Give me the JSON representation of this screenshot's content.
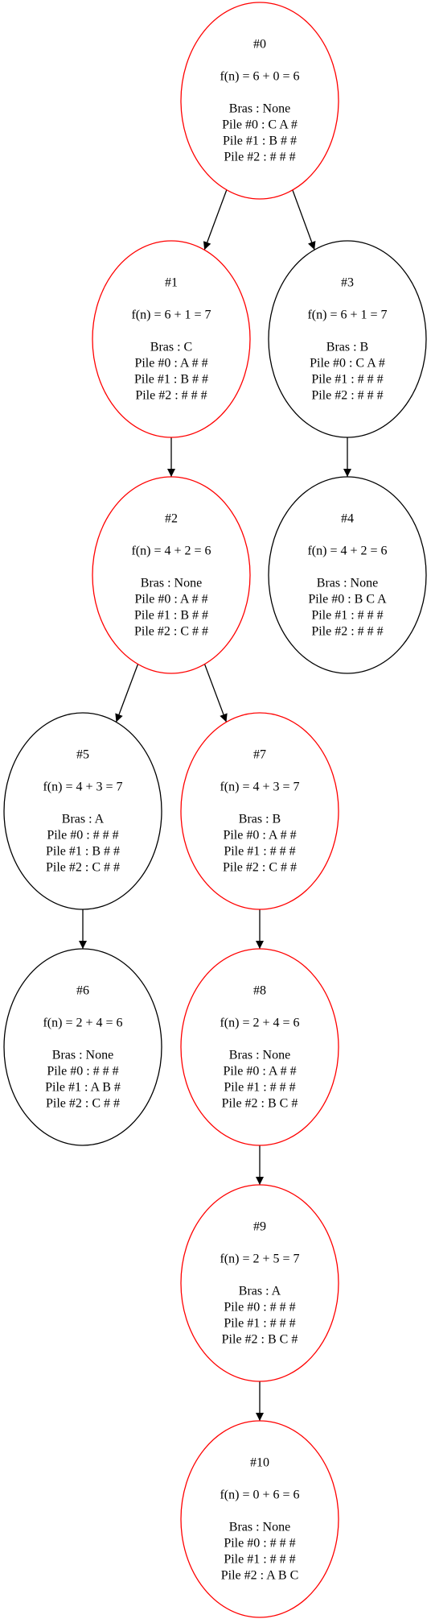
{
  "colors": {
    "highlight": "#ff0000",
    "normal": "#000000",
    "edge": "#000000",
    "background": "#ffffff"
  },
  "nodes": [
    {
      "id": "0",
      "highlighted": true,
      "lines": [
        "#0",
        "",
        "f(n) = 6 + 0 = 6",
        "",
        "Bras : None",
        "Pile #0 : C A #",
        "Pile #1 : B # #",
        "Pile #2 :  # # #"
      ]
    },
    {
      "id": "1",
      "highlighted": true,
      "lines": [
        "#1",
        "",
        "f(n) = 6 + 1 = 7",
        "",
        "Bras : C",
        "Pile #0 : A # #",
        "Pile #1 : B # #",
        "Pile #2 :  # # #"
      ]
    },
    {
      "id": "3",
      "highlighted": false,
      "lines": [
        "#3",
        "",
        "f(n) = 6 + 1 = 7",
        "",
        "Bras : B",
        "Pile #0 : C A #",
        "Pile #1 :  # # #",
        "Pile #2 :  # # #"
      ]
    },
    {
      "id": "2",
      "highlighted": true,
      "lines": [
        "#2",
        "",
        "f(n) = 4 + 2 = 6",
        "",
        "Bras : None",
        "Pile #0 : A # #",
        "Pile #1 : B # #",
        "Pile #2 : C # #"
      ]
    },
    {
      "id": "4",
      "highlighted": false,
      "lines": [
        "#4",
        "",
        "f(n) = 4 + 2 = 6",
        "",
        "Bras : None",
        "Pile #0 : B C A",
        "Pile #1 :  # # #",
        "Pile #2 :  # # #"
      ]
    },
    {
      "id": "5",
      "highlighted": false,
      "lines": [
        "#5",
        "",
        "f(n) = 4 + 3 = 7",
        "",
        "Bras : A",
        "Pile #0 :  # # #",
        "Pile #1 : B # #",
        "Pile #2 : C # #"
      ]
    },
    {
      "id": "7",
      "highlighted": true,
      "lines": [
        "#7",
        "",
        "f(n) = 4 + 3 = 7",
        "",
        "Bras : B",
        "Pile #0 : A # #",
        "Pile #1 :  # # #",
        "Pile #2 : C # #"
      ]
    },
    {
      "id": "6",
      "highlighted": false,
      "lines": [
        "#6",
        "",
        "f(n) = 2 + 4 = 6",
        "",
        "Bras : None",
        "Pile #0 :  # # #",
        "Pile #1 : A B #",
        "Pile #2 : C # #"
      ]
    },
    {
      "id": "8",
      "highlighted": true,
      "lines": [
        "#8",
        "",
        "f(n) = 2 + 4 = 6",
        "",
        "Bras : None",
        "Pile #0 : A # #",
        "Pile #1 :  # # #",
        "Pile #2 : B C #"
      ]
    },
    {
      "id": "9",
      "highlighted": true,
      "lines": [
        "#9",
        "",
        "f(n) = 2 + 5 = 7",
        "",
        "Bras : A",
        "Pile #0 :  # # #",
        "Pile #1 :  # # #",
        "Pile #2 : B C #"
      ]
    },
    {
      "id": "10",
      "highlighted": true,
      "lines": [
        "#10",
        "",
        "f(n) = 0 + 6 = 6",
        "",
        "Bras : None",
        "Pile #0 :  # # #",
        "Pile #1 :  # # #",
        "Pile #2 : A B C"
      ]
    }
  ],
  "edges": [
    {
      "from": "0",
      "to": "1"
    },
    {
      "from": "0",
      "to": "3"
    },
    {
      "from": "1",
      "to": "2"
    },
    {
      "from": "3",
      "to": "4"
    },
    {
      "from": "2",
      "to": "5"
    },
    {
      "from": "2",
      "to": "7"
    },
    {
      "from": "5",
      "to": "6"
    },
    {
      "from": "7",
      "to": "8"
    },
    {
      "from": "8",
      "to": "9"
    },
    {
      "from": "9",
      "to": "10"
    }
  ]
}
